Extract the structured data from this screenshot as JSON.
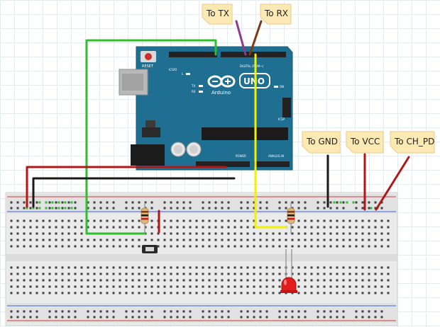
{
  "colors": {
    "arduino_board": "#1f6f93",
    "breadboard": "#ebebeb",
    "wire_green": "#2fbf2f",
    "wire_yellow": "#f2f200",
    "wire_red": "#b01818",
    "wire_black": "#1a1a1a",
    "wire_purple": "#8e3b8e",
    "wire_brown": "#7a3b14",
    "led": "#e41b1b",
    "note_paper": "#fde9b4"
  },
  "notes": {
    "tx": "To TX",
    "rx": "To RX",
    "gnd": "To GND",
    "vcc": "To VCC",
    "ch_pd": "To CH_PD"
  },
  "board": {
    "name": "Arduino",
    "model": "UNO",
    "reset_label": "RESET",
    "icsp_label": "ICSP2",
    "icsp_label_right": "ICSP",
    "digital_label": "DIGITAL (PWM~)",
    "power_label": "POWER",
    "analog_label": "ANALOG IN",
    "led_label_l": "L",
    "led_label_tx": "TX",
    "led_label_rx": "RX",
    "on_label": "ON"
  }
}
